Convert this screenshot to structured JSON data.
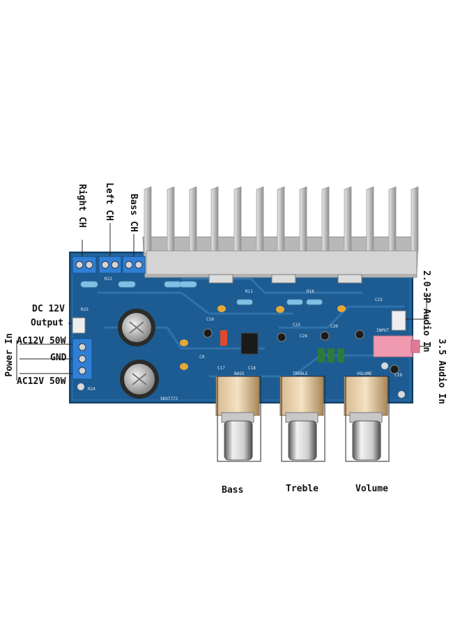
{
  "labels": {
    "right_ch": "Right CH",
    "left_ch": "Left CH",
    "bass_ch": "Bass CH",
    "dc_output_1": "DC 12V",
    "dc_output_2": "Output",
    "power_in": "Power In",
    "ac_top": "AC12V 50W",
    "gnd": "GND",
    "ac_bottom": "AC12V 50W",
    "audio_in_2p": "2.0-3P Audio In",
    "audio_in_35": "3.5 Audio In",
    "knob_bass": "Bass",
    "knob_treble": "Treble",
    "knob_volume": "Volume"
  },
  "silkscreen": {
    "bass": "BASS",
    "treble": "TREBLE",
    "volume": "VOLUME",
    "input": "INPUT",
    "sku": "SKU7772",
    "c9": "C9",
    "c10": "C10",
    "r11": "R11",
    "r16": "R16",
    "c17": "C17",
    "c18": "C18",
    "c19": "C19",
    "c20": "C20",
    "c22": "C22",
    "c23": "C23",
    "c24": "C24",
    "r22": "R22",
    "r23": "R23",
    "r24": "R24"
  },
  "colors": {
    "pcb": "#1d5c92",
    "heatsink": "#c8c8c8",
    "terminal": "#2f7fd6",
    "jack": "#f09ab0"
  }
}
